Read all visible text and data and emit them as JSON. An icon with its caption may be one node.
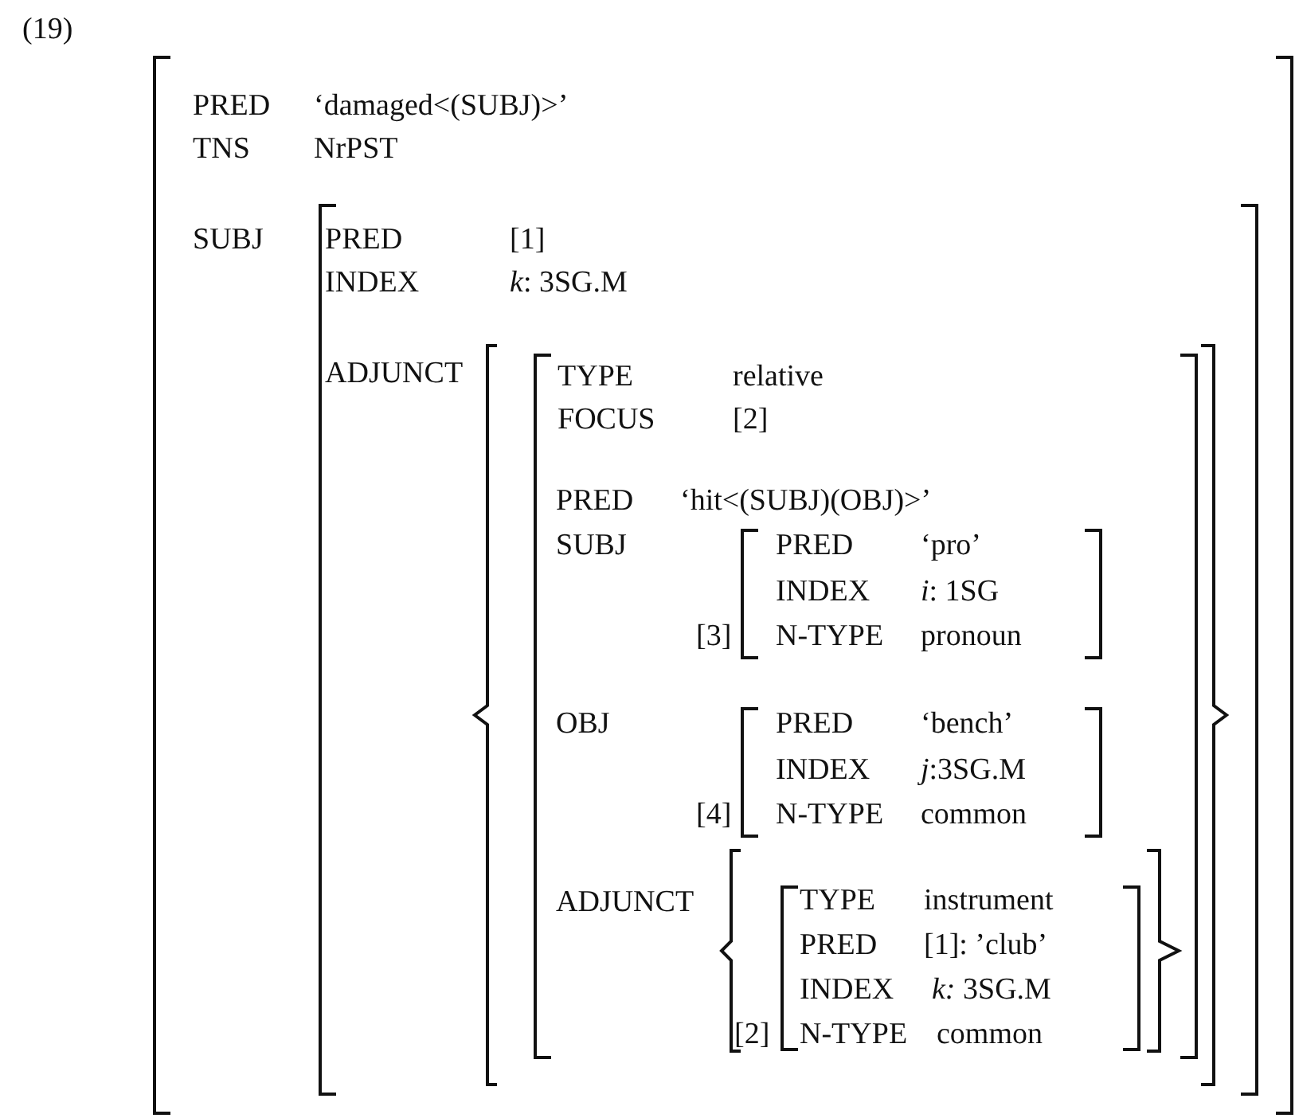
{
  "diagram": {
    "nodes": [
      {
        "text": [
          "PRED",
          "‘damaged<(SUBJ)>’",
          "TNS",
          "NrPST",
          "SUBJ"
        ]
      },
      {
        "text": [
          "PRED",
          "[1]",
          "INDEX",
          "*k*: 3SG.M",
          "ADJUNCT"
        ],
        "in": 0
      },
      {
        "text": [],
        "shape": "brace",
        "in": 1
      },
      {
        "text": [
          "TYPE",
          "relative",
          "FOCUS",
          "[2]",
          "PRED",
          "‘hit<(SUBJ)(OBJ)>’",
          "SUBJ",
          "OBJ",
          "ADJUNCT"
        ],
        "in": 2
      },
      {
        "text": [
          "PRED",
          "‘pro’",
          "INDEX",
          "*i*: 1SG",
          "N-TYPE",
          "pronoun"
        ],
        "beside": [
          "[3]"
        ],
        "in": 3
      },
      {
        "text": [
          "PRED",
          "‘bench’",
          "INDEX",
          "*j*:3SG.M",
          "N-TYPE",
          "common"
        ],
        "beside": [
          "[4]"
        ],
        "in": 3
      },
      {
        "text": [],
        "shape": "brace",
        "in": 3
      },
      {
        "text": [
          "TYPE",
          "instrument",
          "PRED",
          "[1]: ’club’",
          "INDEX",
          "*k:* 3SG.M",
          "N-TYPE",
          "common"
        ],
        "beside": [
          "[2]"
        ],
        "in": 6
      }
    ],
    "labels": [
      "(19)"
    ]
  }
}
